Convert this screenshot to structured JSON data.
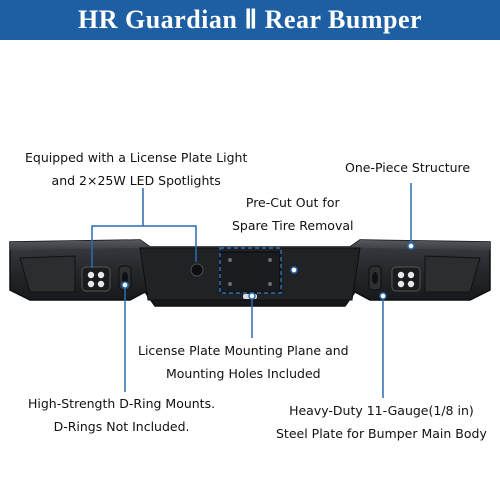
{
  "banner": {
    "title": "HR Guardian Ⅱ Rear Bumper",
    "bg_color": "#1e5fa3"
  },
  "accent_color": "#2a6cb0",
  "callouts": {
    "license_light": {
      "line1": "Equipped with a License Plate Light",
      "line2": "and 2×25W LED Spotlights"
    },
    "one_piece": {
      "line1": "One-Piece Structure"
    },
    "pre_cut": {
      "line1": "Pre-Cut Out for",
      "line2": "Spare Tire Removal"
    },
    "mounting_plane": {
      "line1": "License Plate Mounting Plane and",
      "line2": "Mounting Holes Included"
    },
    "d_ring": {
      "line1": "High-Strength D-Ring Mounts.",
      "line2": "D-Rings Not Included."
    },
    "steel_plate": {
      "line1": "Heavy-Duty 11-Gauge(1/8 in)",
      "line2": "Steel Plate for Bumper Main Body"
    }
  }
}
